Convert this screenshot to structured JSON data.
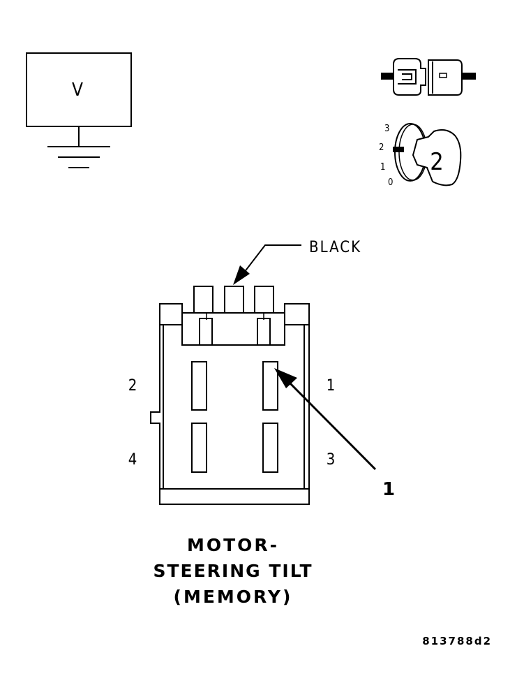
{
  "legend": {
    "voltmeter_symbol": "V",
    "ignition_positions": [
      "3",
      "2",
      "1",
      "0"
    ],
    "ignition_key_position": "2",
    "disconnect_icon": "connector-disconnect-icon",
    "ignition_icon": "ignition-switch-icon"
  },
  "connector": {
    "color_label": "BLACK",
    "pins": {
      "p1": "1",
      "p2": "2",
      "p3": "3",
      "p4": "4"
    },
    "callout_number": "1"
  },
  "caption": {
    "line1": "MOTOR-",
    "line2": "STEERING TILT",
    "line3": "(MEMORY)"
  },
  "figure_id": "813788d2"
}
